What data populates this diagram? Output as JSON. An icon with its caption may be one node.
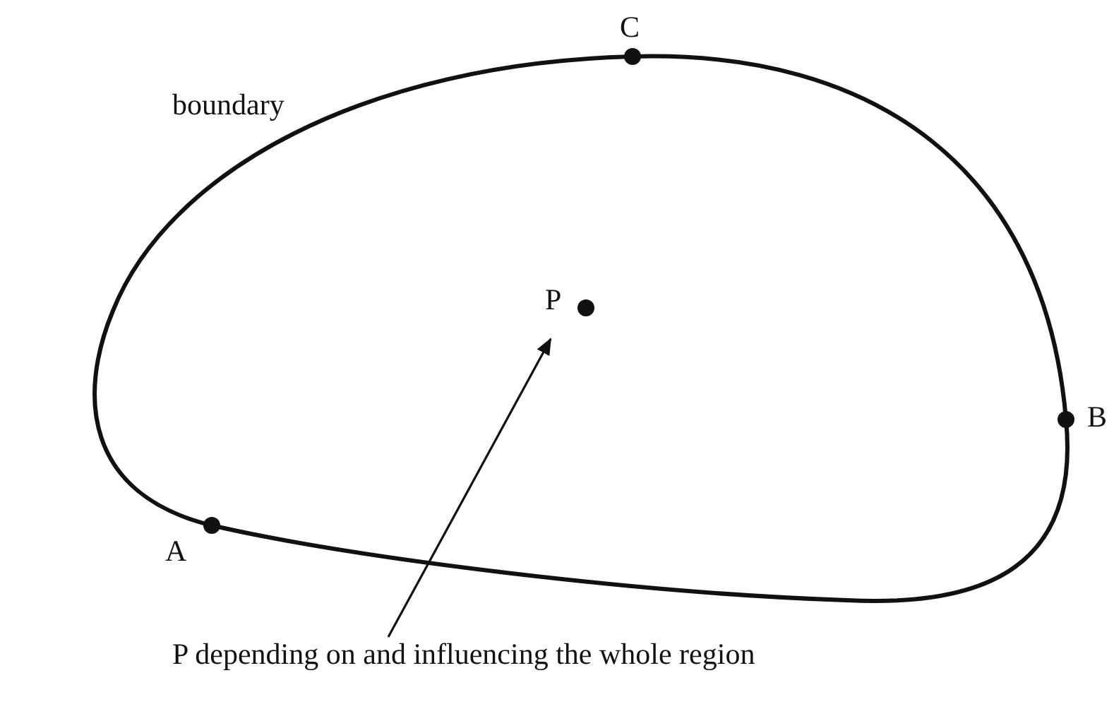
{
  "diagram": {
    "nodes": [
      {
        "text": [
          "P depending on and influencing the whole region"
        ]
      },
      {
        "text": [
          "P"
        ]
      },
      {
        "text": [
          "C"
        ]
      },
      {
        "text": [
          "B"
        ]
      },
      {
        "text": [
          "A"
        ]
      }
    ],
    "edges": [
      {
        "from": 0,
        "to": 1,
        "arrow": "to"
      }
    ],
    "labels": [
      "boundary"
    ]
  }
}
